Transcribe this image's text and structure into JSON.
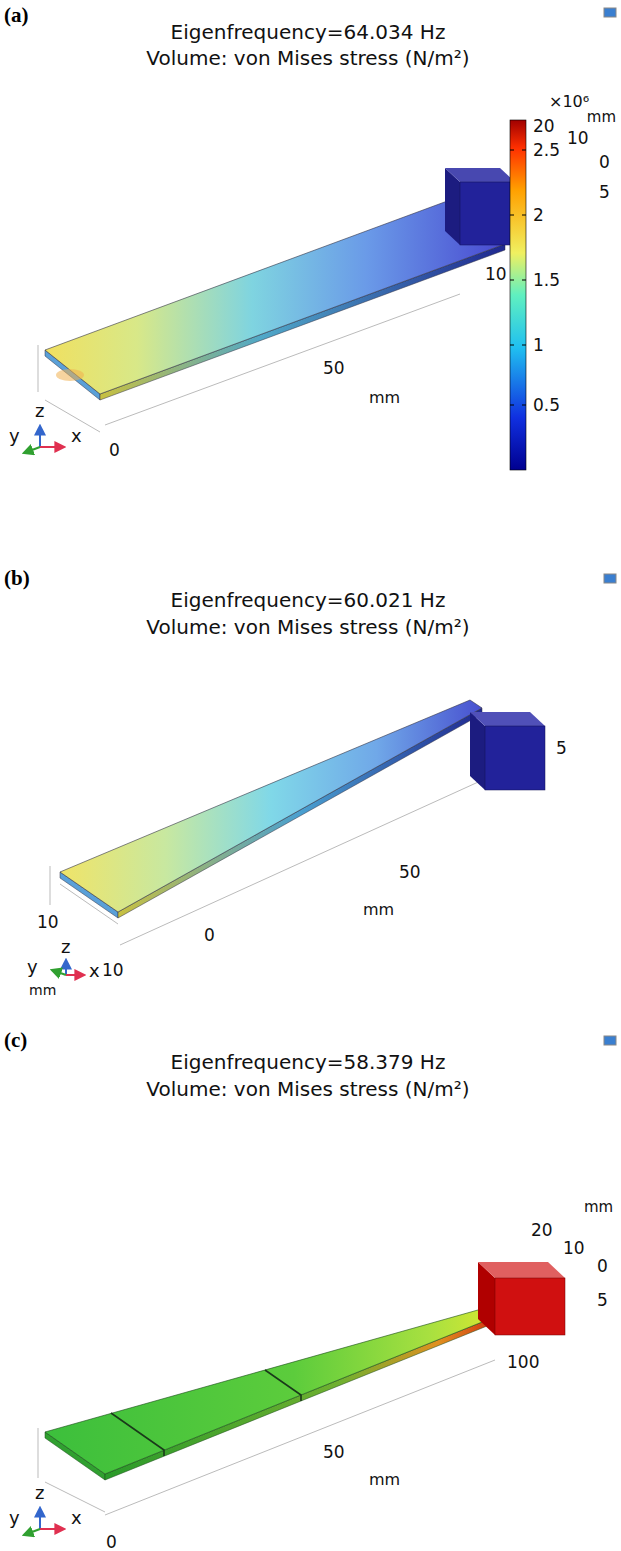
{
  "diagram": {
    "labels": [
      "(a)",
      "Eigenfrequency=64.034 Hz",
      "Volume: von Mises stress (N/m²)",
      "×10⁶",
      "mm",
      "20",
      "10",
      "2.5",
      "0",
      "5",
      "2",
      "1.5",
      "10",
      "1",
      "0.5",
      "50",
      "mm",
      "0",
      "y",
      "z",
      "x",
      "(b)",
      "Eigenfrequency=60.021 Hz",
      "Volume: von Mises stress (N/m²)",
      "5",
      "50",
      "mm",
      "10",
      "0",
      "z",
      "y",
      "mm",
      "x",
      "10",
      "(c)",
      "Eigenfrequency=58.379 Hz",
      "Volume: von Mises stress (N/m²)",
      "mm",
      "20",
      "10",
      "0",
      "5",
      "100",
      "50",
      "mm",
      "0",
      "y",
      "z",
      "x"
    ]
  }
}
